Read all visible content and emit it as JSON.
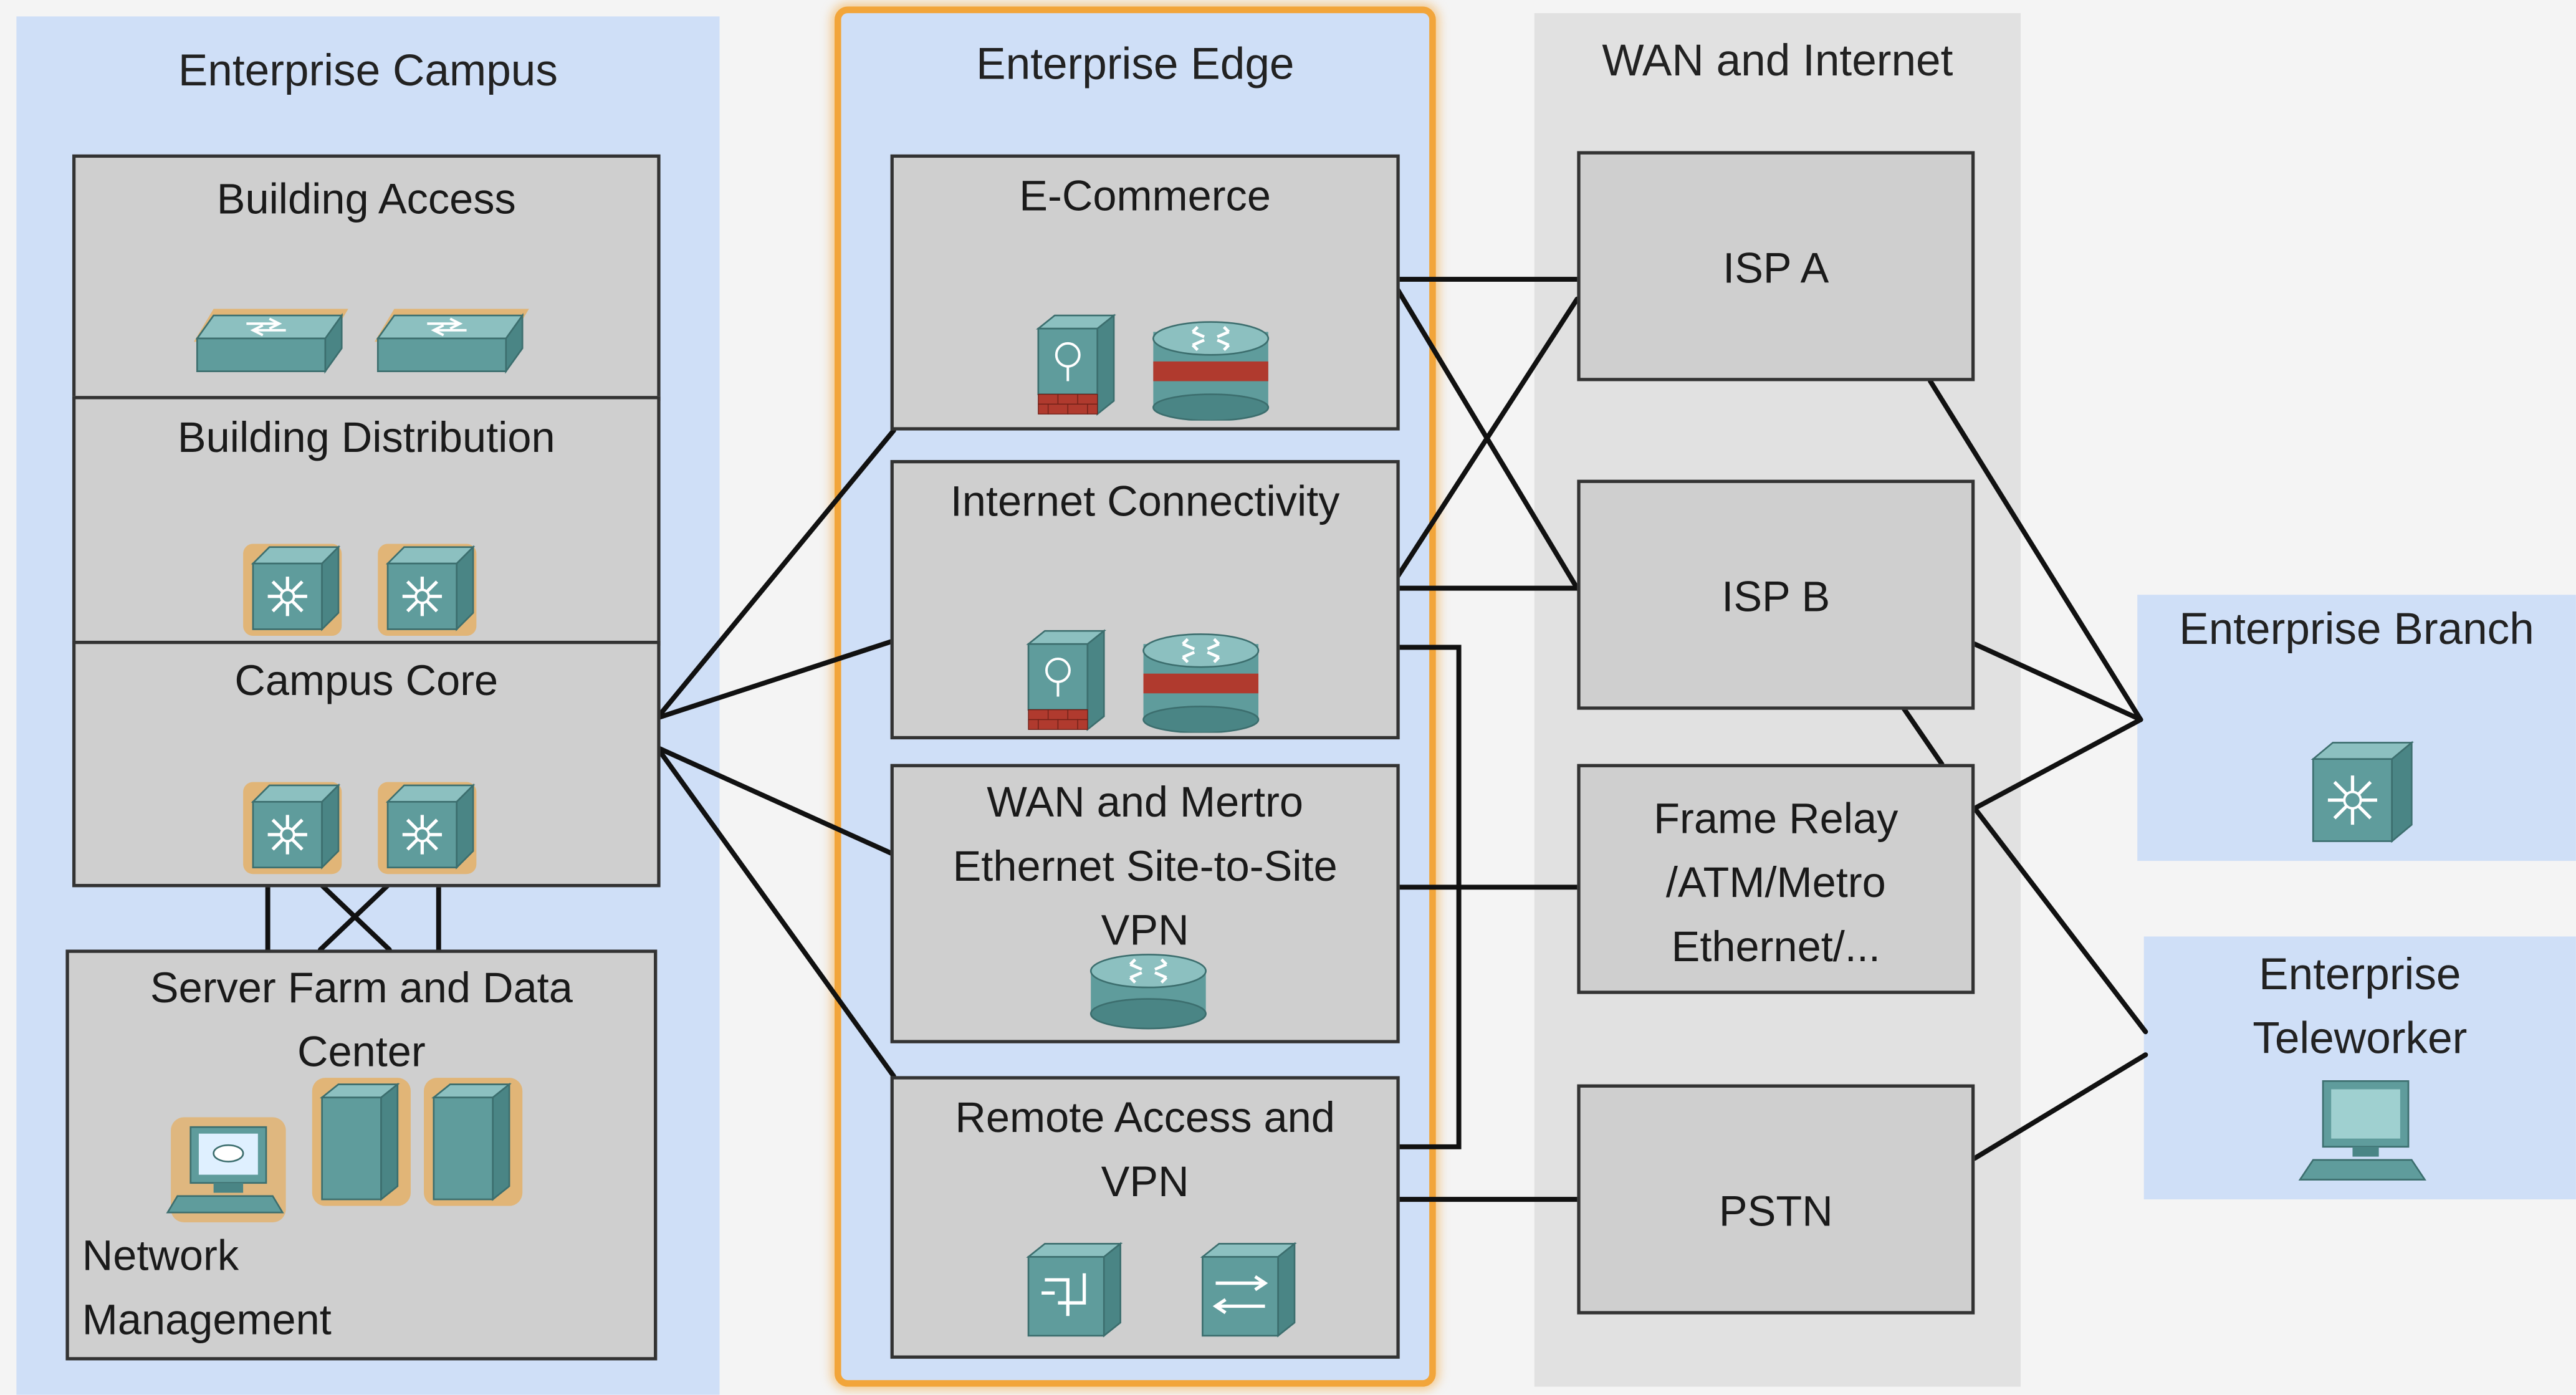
{
  "zones": {
    "campus": "Enterprise Campus",
    "edge": "Enterprise Edge",
    "wan": "WAN and Internet",
    "branch": "Enterprise Branch",
    "teleworker_l1": "Enterprise",
    "teleworker_l2": "Teleworker"
  },
  "campus": {
    "building_access": "Building Access",
    "building_distribution": "Building Distribution",
    "campus_core": "Campus Core",
    "server_farm_l1": "Server Farm and Data",
    "server_farm_l2": "Center",
    "netmgmt_l1": "Network",
    "netmgmt_l2": "Management"
  },
  "edge": {
    "ecommerce": "E-Commerce",
    "internet_connectivity": "Internet Connectivity",
    "wan_l1": "WAN and Mertro",
    "wan_l2": "Ethernet Site-to-Site",
    "wan_l3": "VPN",
    "remote_l1": "Remote Access and",
    "remote_l2": "VPN"
  },
  "wan": {
    "isp_a": "ISP A",
    "isp_b": "ISP B",
    "fr_l1": "Frame Relay",
    "fr_l2": "/ATM/Metro",
    "fr_l3": "Ethernet/...",
    "pstn": "PSTN"
  },
  "colors": {
    "zone_blue": "#cfdff7",
    "zone_gray": "#e1e1e1",
    "edge_orange": "#f2a53a",
    "box_gray": "#cfcfcf",
    "device_teal": "#5f9c9c",
    "device_glow": "#f0a030"
  },
  "icons": [
    "switch-icon",
    "multilayer-switch-icon",
    "firewall-icon",
    "router-icon",
    "server-icon",
    "workstation-icon",
    "vpn-concentrator-icon",
    "access-server-icon"
  ]
}
